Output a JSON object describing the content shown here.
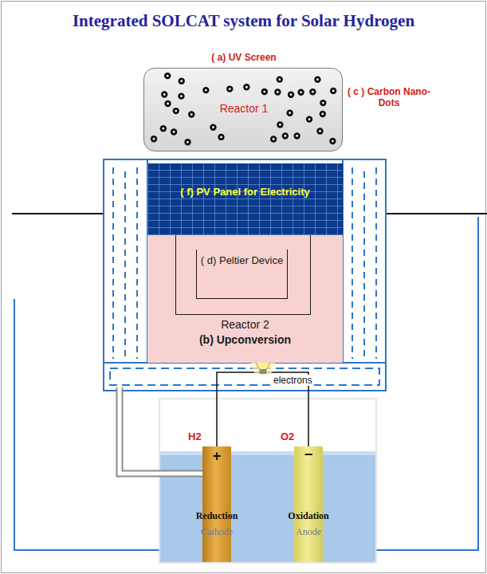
{
  "diagram": {
    "title": "Integrated SOLCAT system for Solar Hydrogen",
    "nodes": [
      {
        "text": [
          "( a) UV Screen",
          "Reactor 1"
        ]
      },
      {
        "text": [
          "( f) PV Panel for Electricity"
        ]
      },
      {
        "text": [
          "Reactor 2",
          "(b) Upconversion"
        ]
      },
      {
        "text": [
          "( d) Peltier Device"
        ],
        "in": 2
      },
      {
        "text": [
          "+",
          "Reduction",
          "Cathode"
        ]
      },
      {
        "text": [
          "−",
          "Oxidation",
          "Anode"
        ]
      }
    ],
    "edges": [
      {
        "from": 4,
        "to": 5,
        "label": "electrons",
        "arrow": "none"
      }
    ],
    "labels": [
      "( c ) Carbon Nano-Dots",
      "H2",
      "O2"
    ]
  }
}
